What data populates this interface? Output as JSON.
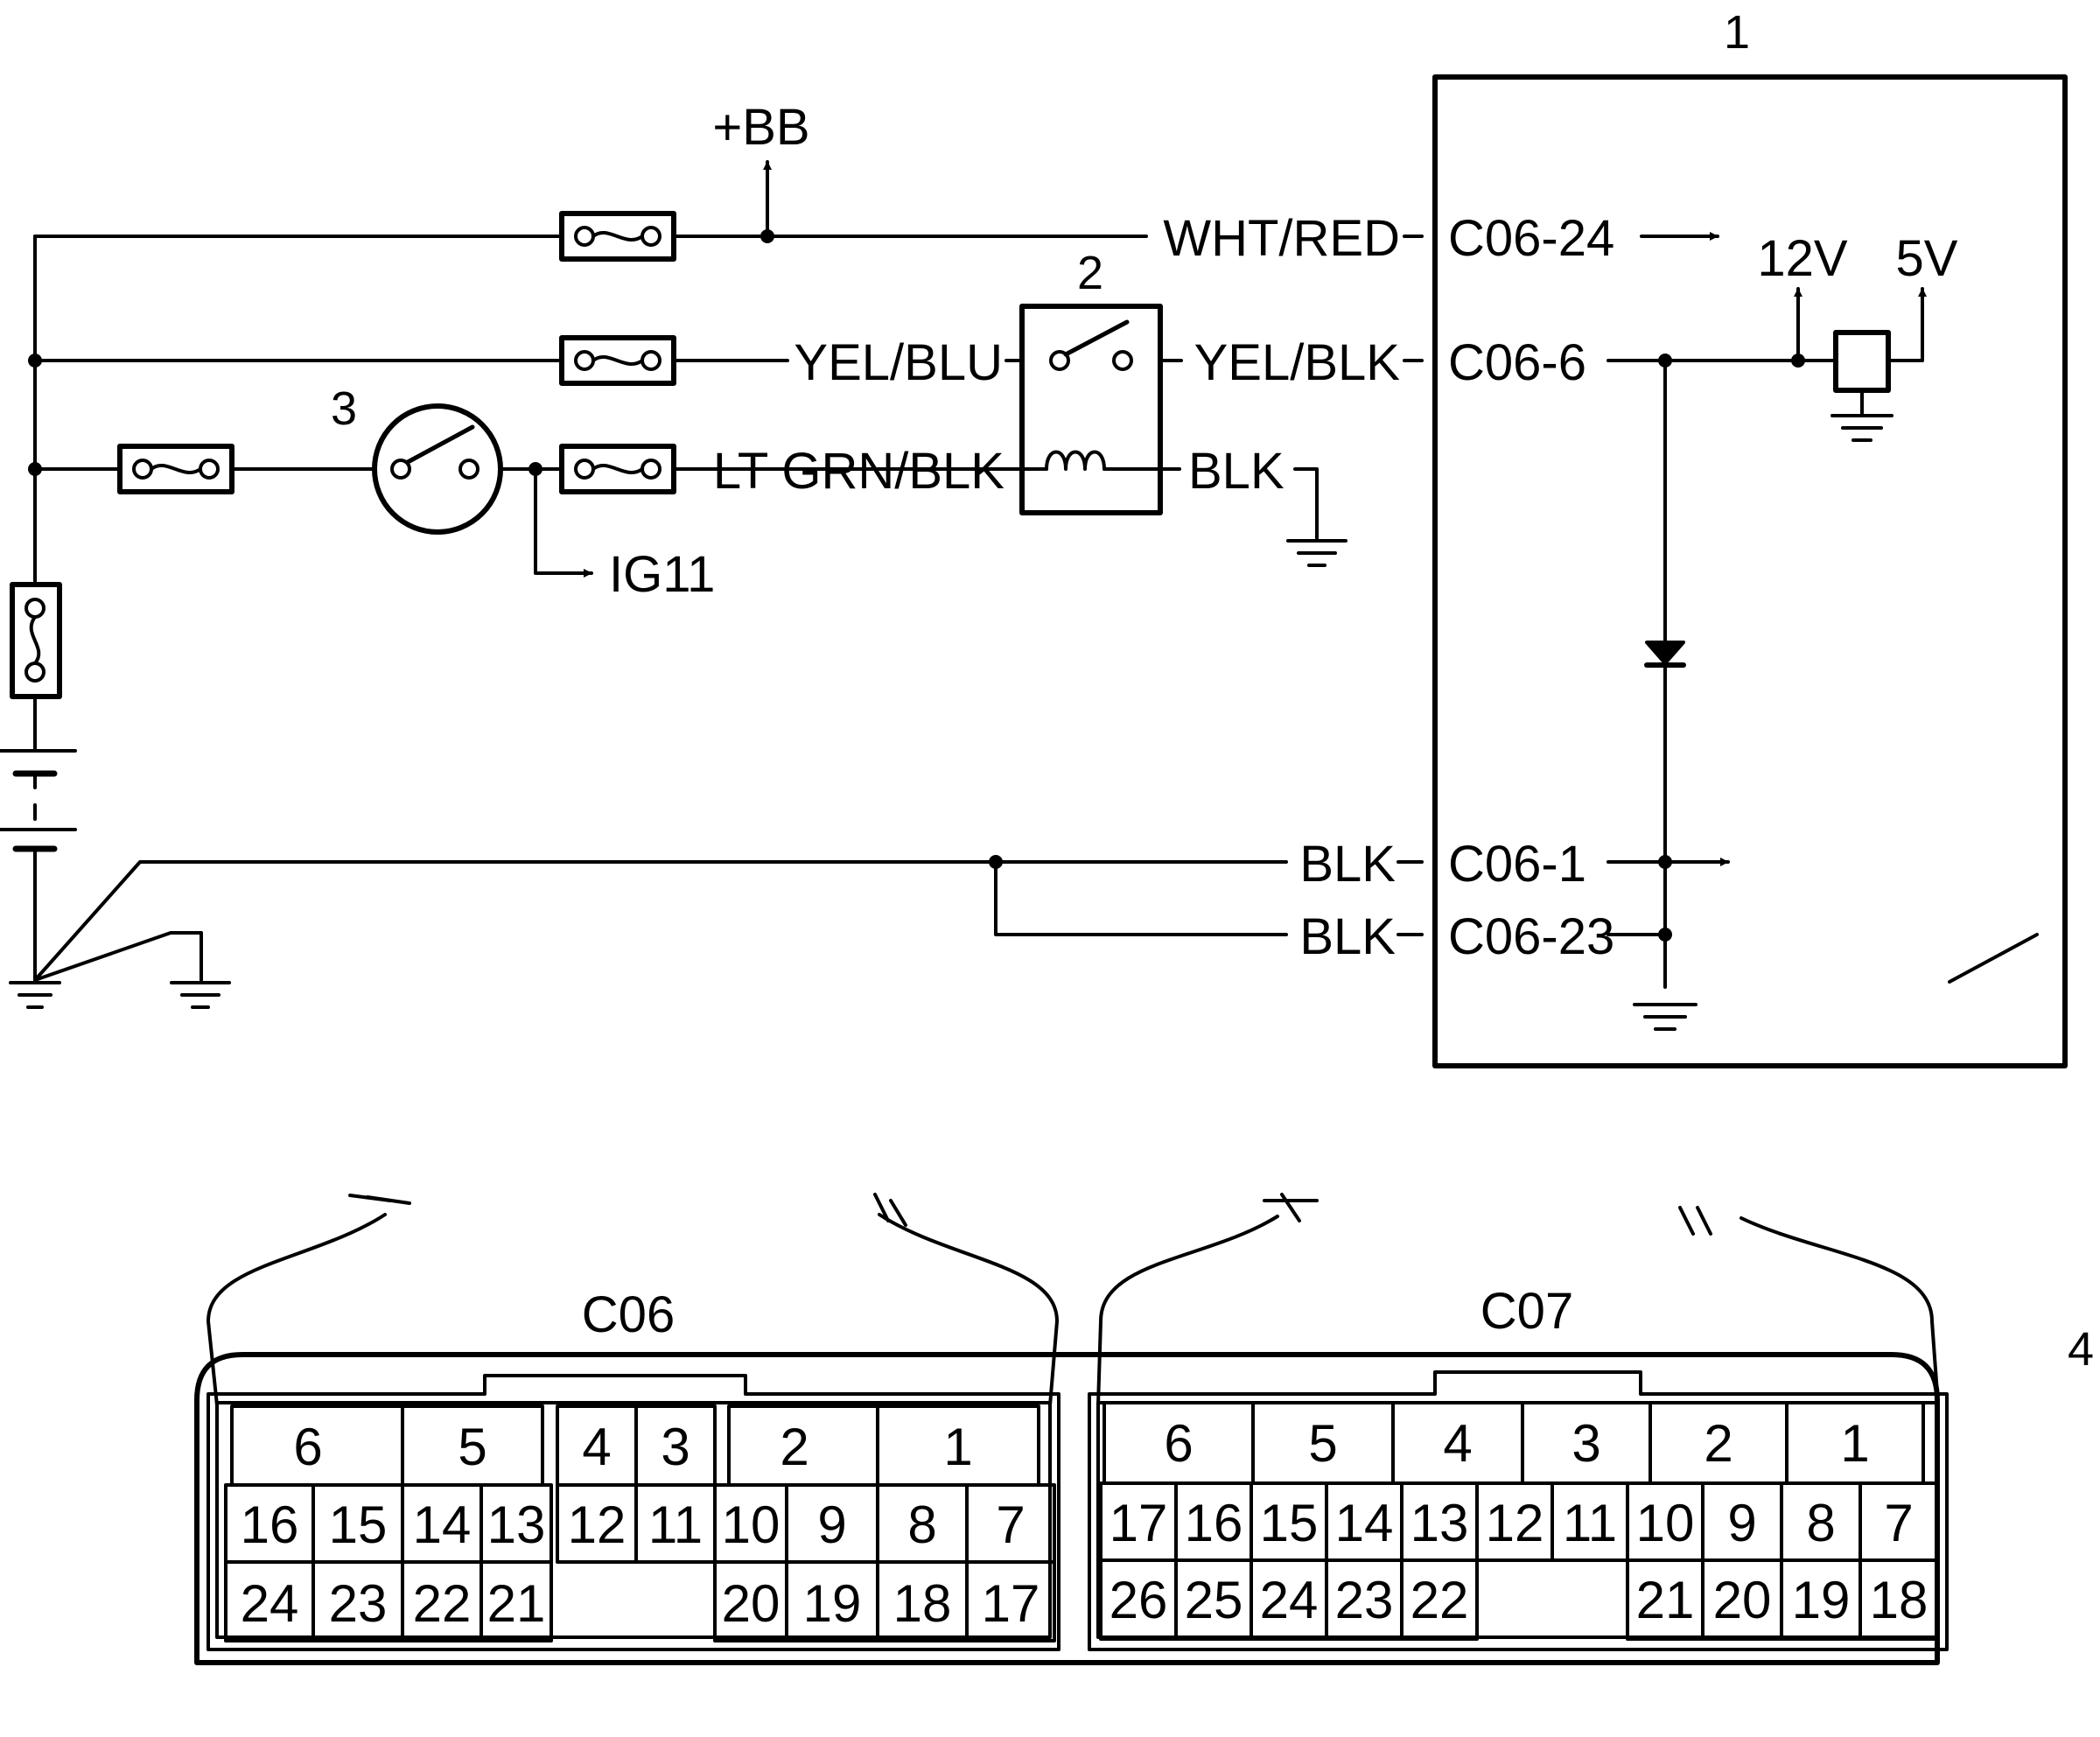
{
  "callouts": {
    "ecm": "1",
    "relay": "2",
    "ignition_switch": "3",
    "connector": "4"
  },
  "power": {
    "battery_plus": "+BB",
    "ig": "IG11",
    "v12": "12V",
    "v5": "5V"
  },
  "wires": {
    "wht_red": "WHT/RED",
    "yel_blu": "YEL/BLU",
    "yel_blk": "YEL/BLK",
    "lt_grn_blk": "LT GRN/BLK",
    "relay_blk": "BLK",
    "blk_1": "BLK",
    "blk_23": "BLK"
  },
  "pins": {
    "c06_24": "C06-24",
    "c06_6": "C06-6",
    "c06_1": "C06-1",
    "c06_23": "C06-23"
  },
  "connectors": {
    "c06": {
      "name": "C06",
      "top_row": [
        "6",
        "5",
        "4",
        "3",
        "2",
        "1"
      ],
      "middle_row": [
        "16",
        "15",
        "14",
        "13",
        "12",
        "11",
        "10",
        "9",
        "8",
        "7"
      ],
      "bottom_row": [
        "24",
        "23",
        "22",
        "21",
        "20",
        "19",
        "18",
        "17"
      ]
    },
    "c07": {
      "name": "C07",
      "top_row": [
        "6",
        "5",
        "4",
        "3",
        "2",
        "1"
      ],
      "middle_row": [
        "17",
        "16",
        "15",
        "14",
        "13",
        "12",
        "11",
        "10",
        "9",
        "8",
        "7"
      ],
      "bottom_row": [
        "26",
        "25",
        "24",
        "23",
        "22",
        "21",
        "20",
        "19",
        "18"
      ]
    }
  }
}
